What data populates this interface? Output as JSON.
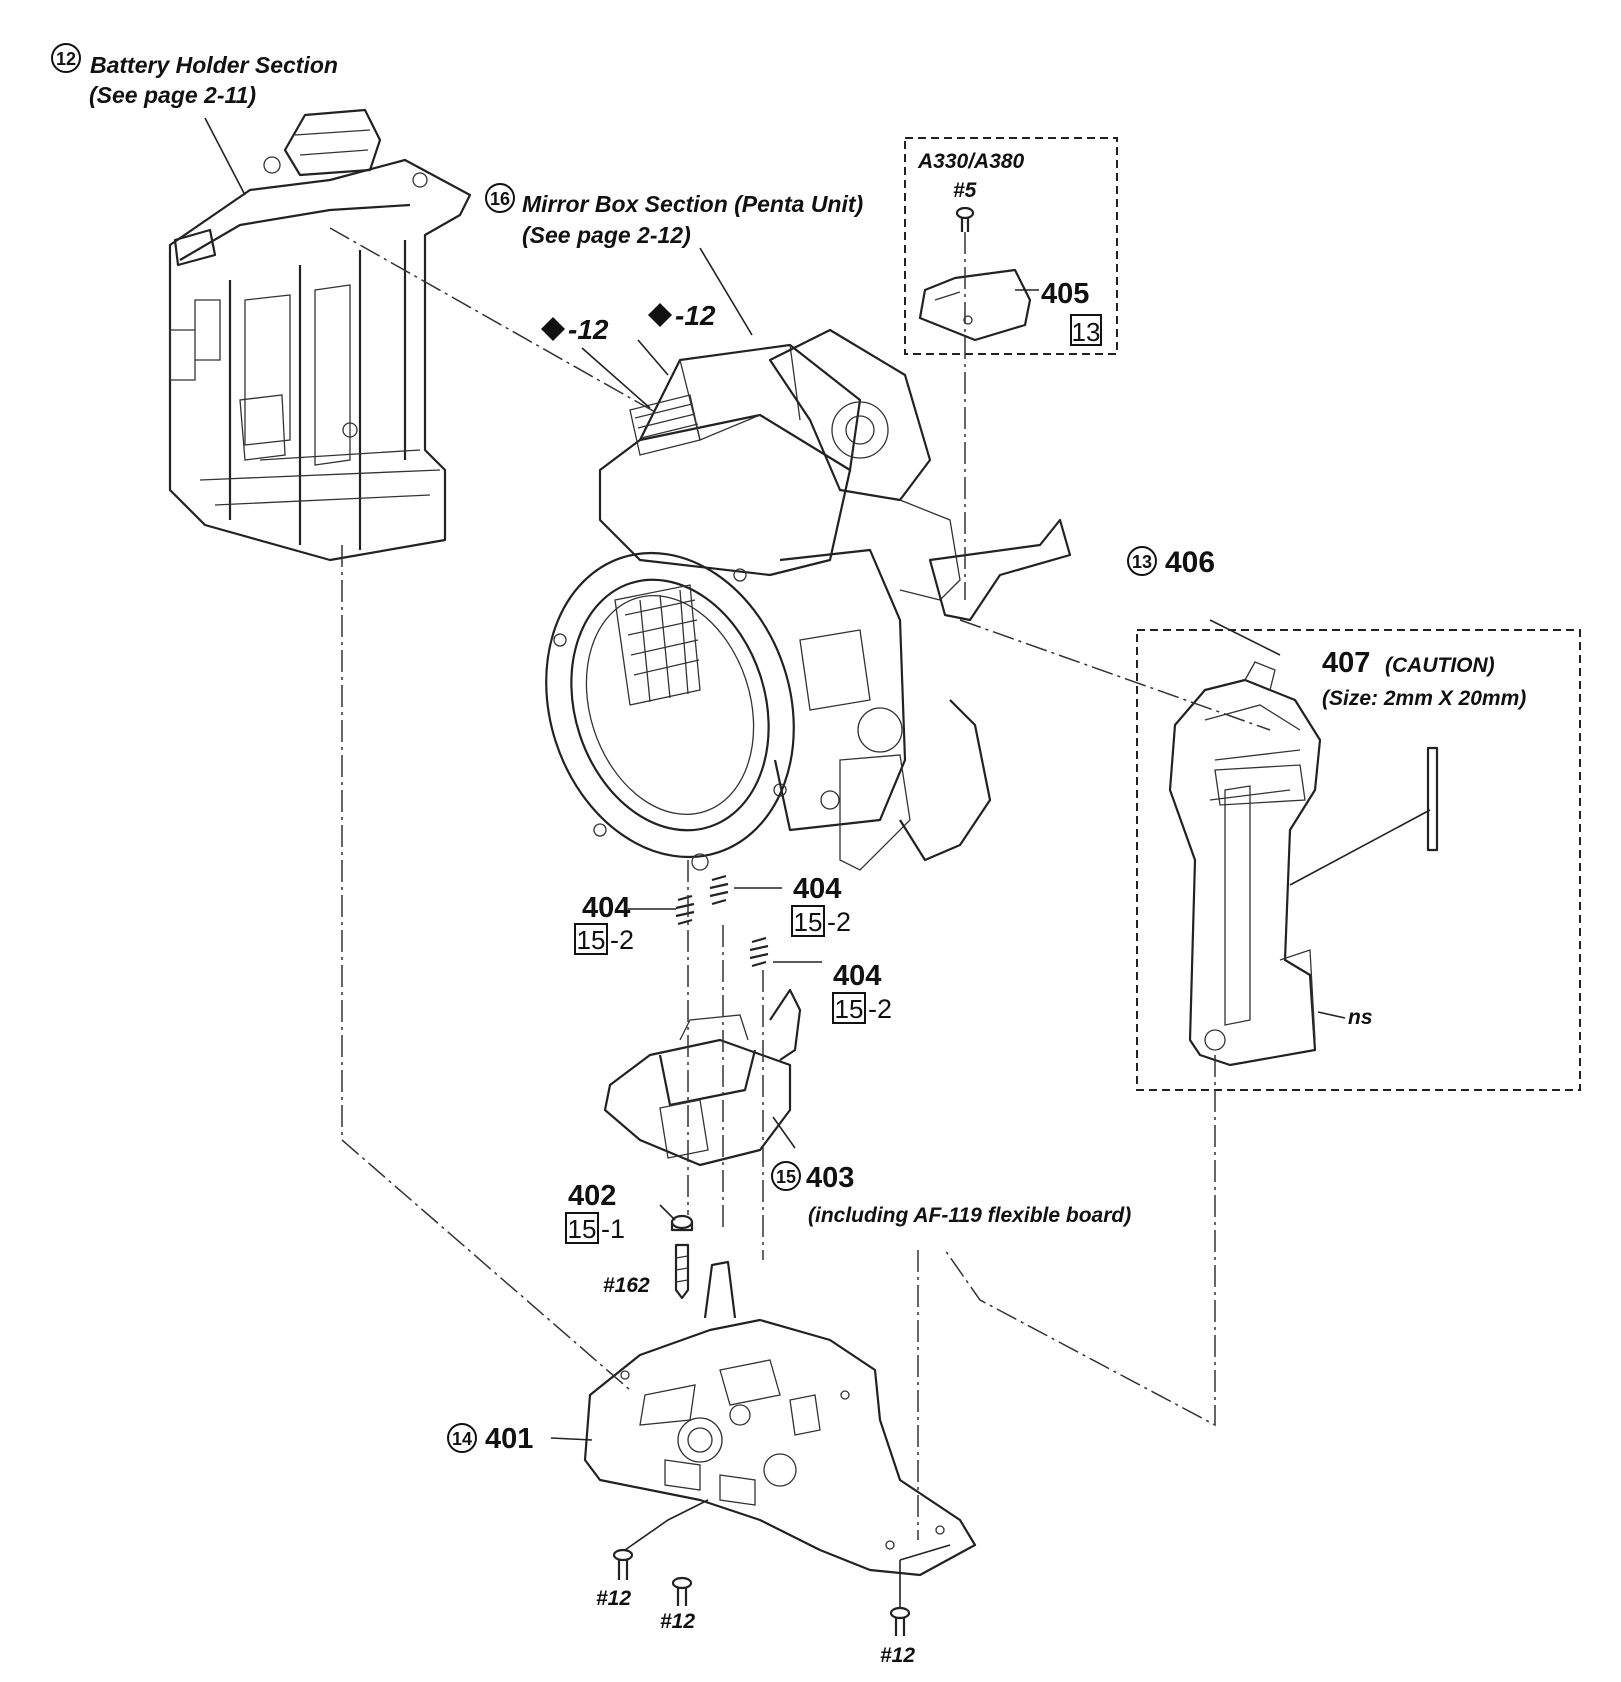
{
  "labels": {
    "battery_num": "12",
    "battery_title": "Battery Holder Section",
    "battery_ref": "(See page 2-11)",
    "mirror_num": "16",
    "mirror_title": "Mirror Box Section (Penta Unit)",
    "mirror_ref": "(See page 2-12)",
    "diamond_a": "-12",
    "diamond_b": "-12",
    "model_group": "A330/A380",
    "screw_5": "#5",
    "part_405": "405",
    "ref_405": "13",
    "grip_num": "13",
    "part_406": "406",
    "part_407": "407",
    "caution": "(CAUTION)",
    "size_note": "(Size: 2mm X 20mm)",
    "ns": "ns",
    "part_404_a": "404",
    "ref_404_a_box": "15",
    "ref_404_a_suffix": "-2",
    "part_404_b": "404",
    "ref_404_b_box": "15",
    "ref_404_b_suffix": "-2",
    "part_404_c": "404",
    "ref_404_c_box": "15",
    "ref_404_c_suffix": "-2",
    "af_num": "15",
    "part_403": "403",
    "af_note": "(including AF-119 flexible board)",
    "part_402": "402",
    "ref_402_box": "15",
    "ref_402_suffix": "-1",
    "screw_162": "#162",
    "plate_num": "14",
    "part_401": "401",
    "screw_12_a": "#12",
    "screw_12_b": "#12",
    "screw_12_c": "#12"
  }
}
